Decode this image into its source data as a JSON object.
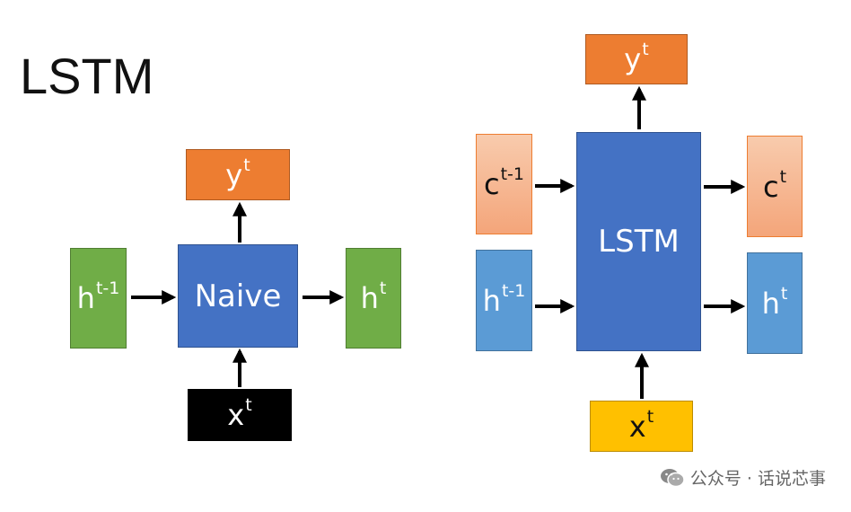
{
  "title": "LSTM",
  "naive": {
    "y": {
      "base": "y",
      "sup": "t"
    },
    "h_prev": {
      "base": "h",
      "sup": "t-1"
    },
    "cell": "Naive",
    "h_out": {
      "base": "h",
      "sup": "t"
    },
    "x": {
      "base": "x",
      "sup": "t"
    }
  },
  "lstm": {
    "y": {
      "base": "y",
      "sup": "t"
    },
    "c_prev": {
      "base": "c",
      "sup": "t-1"
    },
    "h_prev": {
      "base": "h",
      "sup": "t-1"
    },
    "cell": "LSTM",
    "c_out": {
      "base": "c",
      "sup": "t"
    },
    "h_out": {
      "base": "h",
      "sup": "t"
    },
    "x": {
      "base": "x",
      "sup": "t"
    }
  },
  "watermark": "公众号 · 话说芯事",
  "colors": {
    "cell_blue": "#4472c4",
    "output_orange": "#ed7d31",
    "hidden_green": "#70ad47",
    "input_black": "#000000",
    "cell_state_peach": "#f4b183",
    "hidden_light_blue": "#5b9bd5",
    "input_yellow": "#ffc000"
  }
}
